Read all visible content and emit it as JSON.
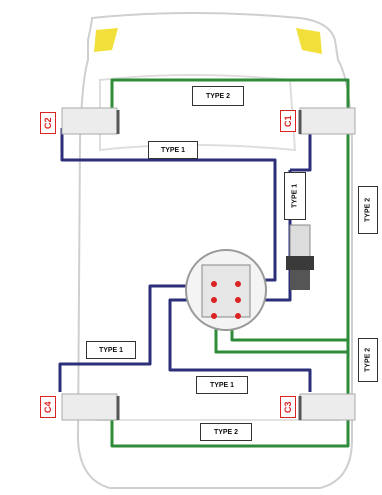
{
  "labels": {
    "type2_top": "TYPE 2",
    "type1_upper_left": "TYPE 1",
    "type1_vertical": "TYPE 1",
    "type2_right_upper": "TYPE 2",
    "type2_right_lower": "TYPE 2",
    "type1_lower_left": "TYPE 1",
    "type1_lower_center": "TYPE 1",
    "type2_bottom": "TYPE 2"
  },
  "calipers": {
    "front_left": "C2",
    "front_right": "C1",
    "rear_left": "C4",
    "rear_right": "C3"
  },
  "colors": {
    "type1_line": "#2b2f7a",
    "type2_line": "#2e8b3a",
    "caliper_tag": "#d22222",
    "headlight": "#f2e03a",
    "vehicle_outline": "#c8c8c8"
  }
}
